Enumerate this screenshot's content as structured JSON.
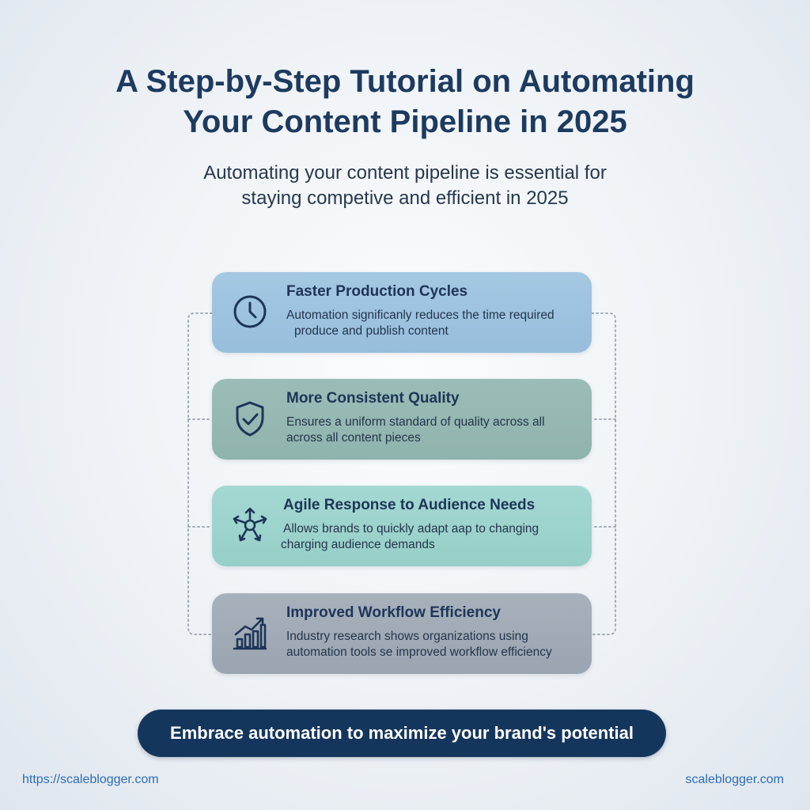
{
  "header": {
    "title_line1": "A Step-by-Step Tutorial on Automating",
    "title_line2": "Your Content Pipeline in 2025",
    "subtitle_line1": "Automating your content pipeline is essential for",
    "subtitle_line2": "staying competive and efficient in 2025"
  },
  "cards": [
    {
      "icon": "clock-icon",
      "title": "Faster Production Cycles",
      "desc_line1": "Automation significanly reduces the time required",
      "desc_line2": "produce and publish content"
    },
    {
      "icon": "shield-check-icon",
      "title": "More Consistent Quality",
      "desc_line1": "Ensures a uniform standard of quality across all",
      "desc_line2": "across all content pieces"
    },
    {
      "icon": "network-arrows-icon",
      "title": "Agile Response to Audience Needs",
      "desc_line1": "Allows brands to quickly adapt aap to changing",
      "desc_line2": "charging audience demands"
    },
    {
      "icon": "bar-chart-growth-icon",
      "title": "Improved Workflow Efficiency",
      "desc_line1": "Industry research shows organizations using",
      "desc_line2": "automation tools se improved workflow efficiency"
    }
  ],
  "cta": {
    "label": "Embrace automation to maximize your brand's potential"
  },
  "footer": {
    "left": "https://scaleblogger.com",
    "right": "scaleblogger.com"
  },
  "colors": {
    "title": "#1d3a5f",
    "cta_background": "#15365c",
    "link": "#2d6db3",
    "card_1": "#a5c8e2",
    "card_2": "#9bbdb7",
    "card_3": "#a4d8d2",
    "card_4": "#a7b1bc"
  }
}
